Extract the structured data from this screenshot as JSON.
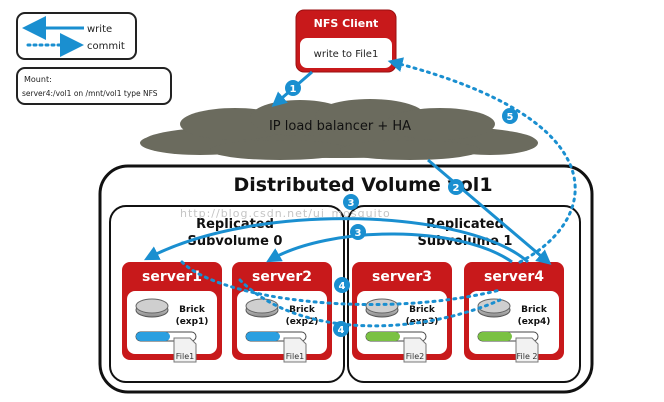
{
  "legend": {
    "write_label": "write",
    "commit_label": "commit",
    "write_color": "#1a8fd0",
    "commit_color": "#1a8fd0"
  },
  "mount": {
    "line1": "Mount:",
    "line2": "server4:/vol1 on /mnt/vol1 type NFS"
  },
  "nfs_client": {
    "title": "NFS Client",
    "action": "write to File1",
    "color": "#c8191b"
  },
  "load_balancer": {
    "label": "IP load balancer + HA"
  },
  "volume": {
    "title": "Distributed Volume vol1"
  },
  "subvolumes": [
    {
      "label_line1": "Replicated",
      "label_line2": "Subvolume 0"
    },
    {
      "label_line1": "Replicated",
      "label_line2": "Subvolume 1"
    }
  ],
  "servers": [
    {
      "name": "server1",
      "brick_label": "Brick",
      "brick_id": "(exp1)",
      "file": "File1",
      "fill_color": "#2a9fe0"
    },
    {
      "name": "server2",
      "brick_label": "Brick",
      "brick_id": "(exp2)",
      "file": "File1",
      "fill_color": "#2a9fe0"
    },
    {
      "name": "server3",
      "brick_label": "Brick",
      "brick_id": "(exp3)",
      "file": "File2",
      "fill_color": "#7ac143"
    },
    {
      "name": "server4",
      "brick_label": "Brick",
      "brick_id": "(exp4)",
      "file": "File 2",
      "fill_color": "#7ac143"
    }
  ],
  "steps": [
    "1",
    "2",
    "3",
    "3",
    "4",
    "4",
    "5"
  ],
  "watermark": "http://blog.csdn.net/ui_mosquito",
  "colors": {
    "server_red": "#c8191b",
    "arrow_blue": "#1a8fd0",
    "cloud": "#6b6b5e"
  }
}
